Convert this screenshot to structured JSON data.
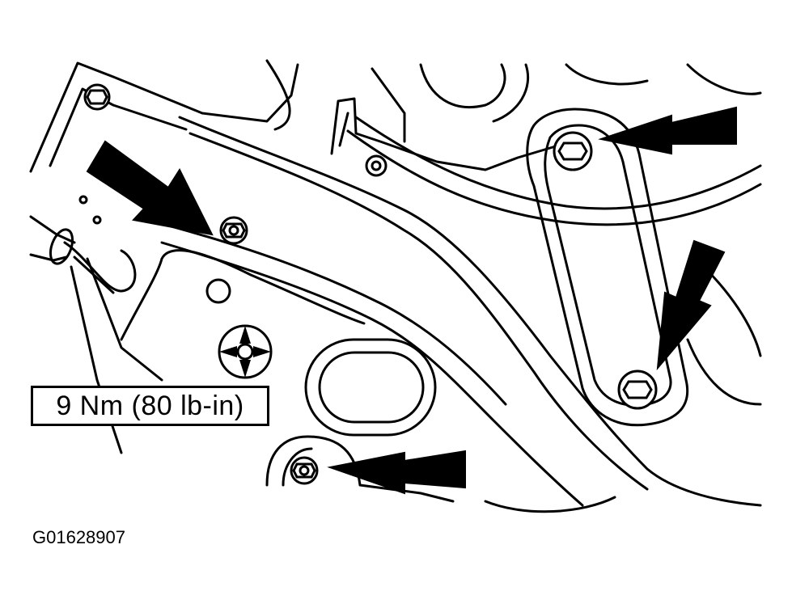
{
  "diagram": {
    "torque_label": "9 Nm (80 lb-in)",
    "figure_id": "G01628907",
    "ink_color": "#000000",
    "paper_color": "#ffffff",
    "callouts": [
      {
        "name": "arrow-upper-left-nut",
        "icon": "arrow-icon"
      },
      {
        "name": "arrow-upper-right-bolt",
        "icon": "arrow-icon"
      },
      {
        "name": "arrow-right-lower-bolt",
        "icon": "arrow-icon"
      },
      {
        "name": "arrow-bottom-nut",
        "icon": "arrow-icon"
      }
    ]
  }
}
